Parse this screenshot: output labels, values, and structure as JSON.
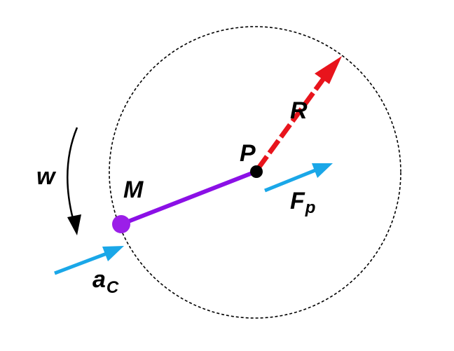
{
  "colors": {
    "background": "#ffffff",
    "circle": "#000000",
    "radius_arrow": "#e8141c",
    "arm": "#8b10e6",
    "mass": "#9b1fe8",
    "pivot": "#000000",
    "force_arrow": "#1aa7e8",
    "accel_arrow": "#1aa7e8",
    "omega_arrow": "#000000"
  },
  "labels": {
    "radius": "R",
    "pivot": "P",
    "mass": "M",
    "force_main": "F",
    "force_sub": "p",
    "accel_main": "a",
    "accel_sub": "C",
    "omega": "w"
  },
  "elements": {
    "circle": "dashed-circle",
    "radius_arrow": "red-arrow",
    "arm": "purple-line",
    "force_arrow": "cyan-arrow",
    "accel_arrow": "cyan-arrow",
    "omega_arrow": "curved-black-arrow"
  }
}
